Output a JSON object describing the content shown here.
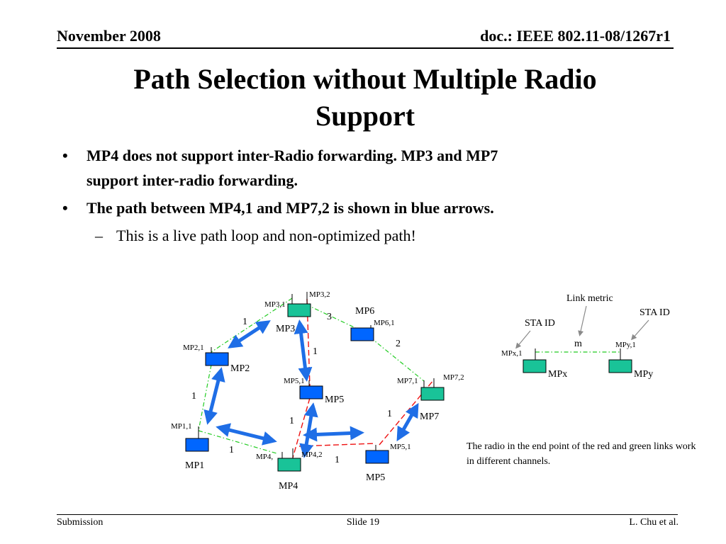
{
  "header": {
    "date": "November 2008",
    "doc_id": "doc.: IEEE 802.11-08/1267r1"
  },
  "title_lines": [
    "Path Selection without Multiple Radio",
    "Support"
  ],
  "bullets": [
    {
      "marker": "•",
      "lines": [
        "MP4 does not support inter-Radio forwarding. MP3 and MP7",
        "support inter-radio forwarding."
      ]
    },
    {
      "marker": "•",
      "lines": [
        "The path between MP4,1 and MP7,2 is shown in blue arrows."
      ]
    }
  ],
  "sub_bullet": {
    "marker": "–",
    "text": "This is a live path loop and non-optimized path!"
  },
  "diagram": {
    "nodes": {
      "mp1": "MP1",
      "mp2": "MP2",
      "mp3": "MP3",
      "mp4": "MP4",
      "mp5_mid": "MP5",
      "mp5_bottom": "MP5",
      "mp6": "MP6",
      "mp7": "MP7"
    },
    "radios": {
      "mp1_1": "MP1,1",
      "mp2_1": "MP2,1",
      "mp3_1": "MP3,1",
      "mp3_2": "MP3,2",
      "mp4_1": "MP4,",
      "mp4_2": "MP4,2",
      "mp5_1_mid": "MP5,1",
      "mp5_1_bottom": "MP5,1",
      "mp6_1": "MP6,1",
      "mp7_1": "MP7,1",
      "mp7_2": "MP7,2"
    },
    "metrics": {
      "mp3_mp2": "1",
      "mp3_mp6": "3",
      "mp3_mp5": "1",
      "mp6_mp7": "2",
      "mp2_mp1": "1",
      "mp4_mp5": "1",
      "mp1_mp4": "1",
      "mp4_mp5b": "1",
      "mp5b_mp7": "1"
    },
    "legend": {
      "link_metric": "Link metric",
      "sta_id_left": "STA ID",
      "sta_id_right": "STA ID",
      "metric_value": "m",
      "radio_x": "MPx,1",
      "radio_y": "MPy,1",
      "node_x": "MPx",
      "node_y": "MPy"
    },
    "colors": {
      "node_blue": "#0066ff",
      "node_green": "#19c398",
      "arrow_blue": "#1f6ee6",
      "link_green": "#22cc22",
      "link_red": "#ee1111"
    }
  },
  "note": "The radio in the end point of the red and green links work in different channels.",
  "footer": {
    "left": "Submission",
    "center": "Slide 19",
    "right": "L. Chu et al."
  }
}
